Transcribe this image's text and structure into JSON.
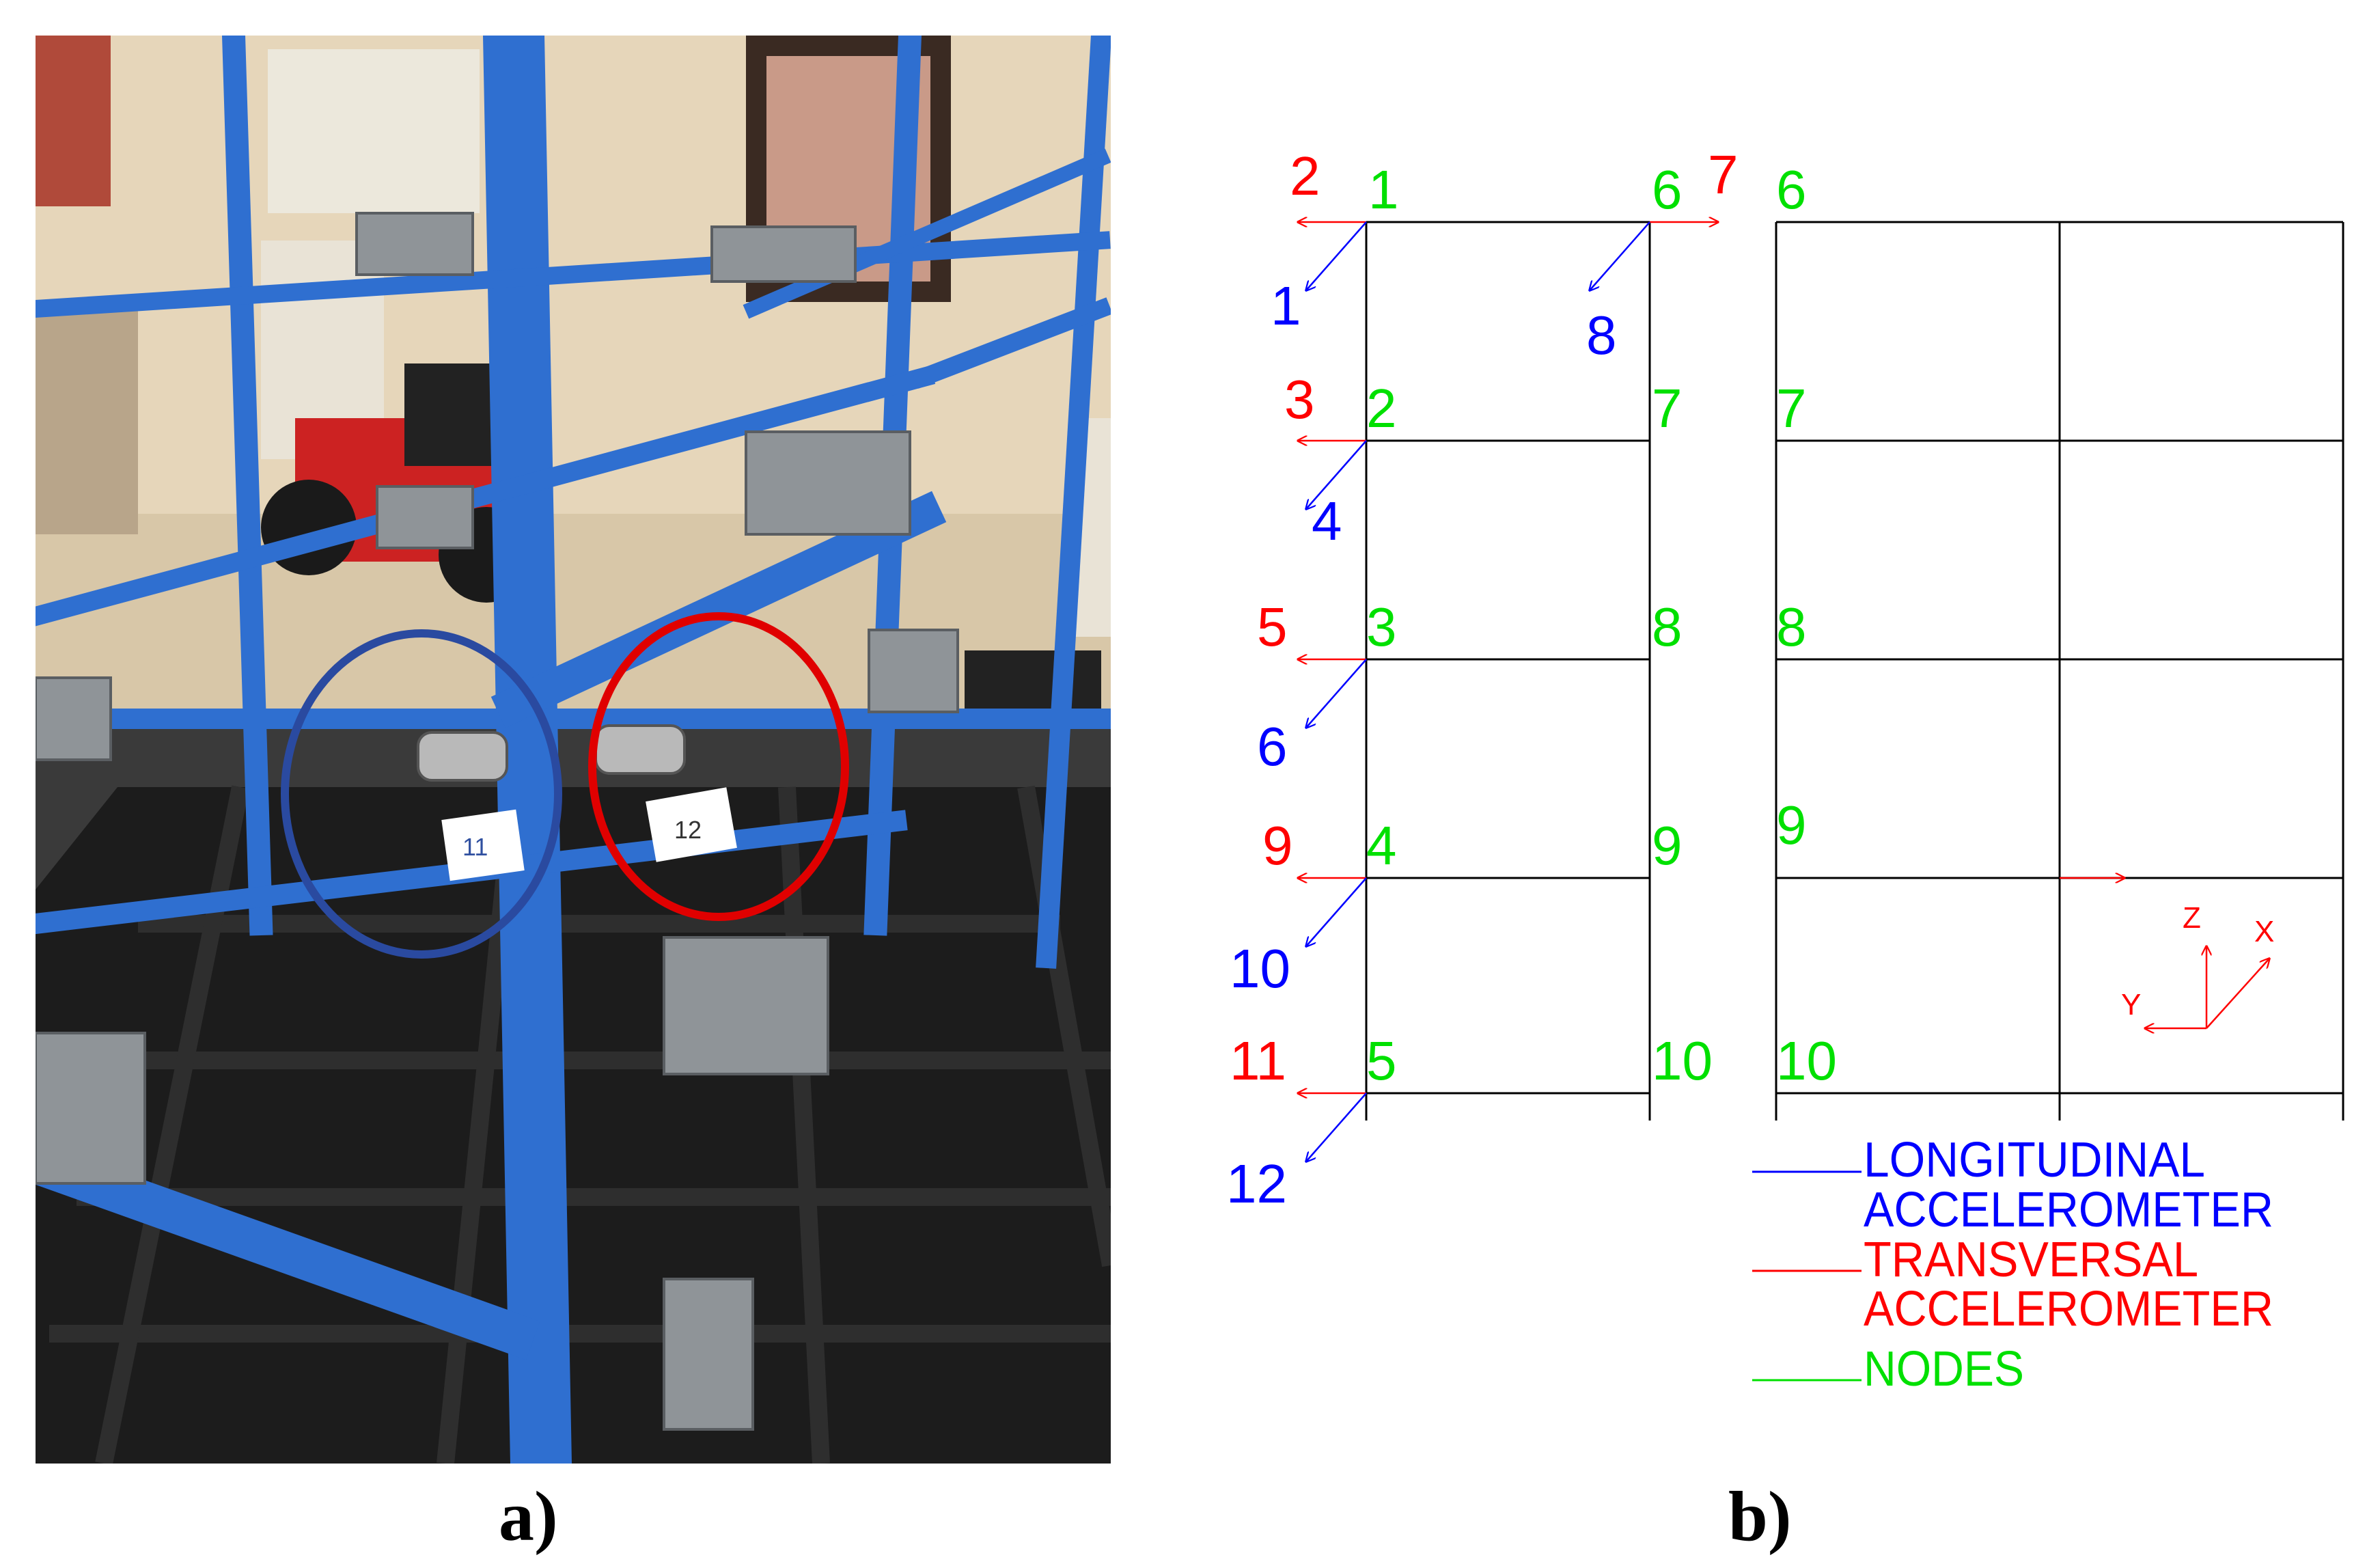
{
  "panels": {
    "a": "a)",
    "b": "b)"
  },
  "photo": {
    "sensor_tags": [
      "11",
      "12"
    ],
    "circle_colors": {
      "blue": "#2a4aa0",
      "red": "#e00000"
    }
  },
  "colors": {
    "longitudinal": "#0000ff",
    "transversal": "#ff0000",
    "nodes": "#00e000",
    "frame": "#000000"
  },
  "left_frame": {
    "nodes_left": [
      "1",
      "2",
      "3",
      "4",
      "5"
    ],
    "nodes_right": [
      "6",
      "7",
      "8",
      "9",
      "10"
    ],
    "transversal_labels": [
      "2",
      "3",
      "5",
      "9",
      "11",
      "7"
    ],
    "longitudinal_labels": [
      "1",
      "4",
      "6",
      "10",
      "12",
      "8"
    ]
  },
  "right_frame": {
    "nodes": [
      "6",
      "7",
      "8",
      "9",
      "10"
    ]
  },
  "axes": {
    "z": "Z",
    "x": "X",
    "y": "Y"
  },
  "legend": {
    "longitudinal_line1": "LONGITUDINAL",
    "longitudinal_line2": "ACCELEROMETER",
    "transversal_line1": "TRANSVERSAL",
    "transversal_line2": "ACCELEROMETER",
    "nodes": "NODES"
  }
}
